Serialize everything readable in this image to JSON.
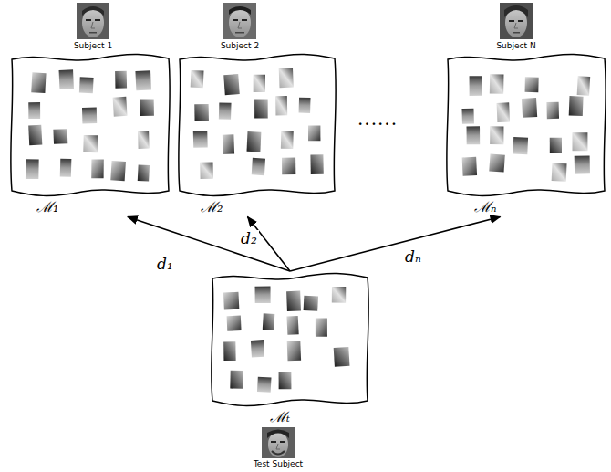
{
  "diagram": {
    "nodes": [
      {
        "text": [
          "ℳ₁"
        ]
      },
      {
        "text": [
          "ℳ₂"
        ]
      },
      {
        "text": [
          "ℳₙ"
        ]
      },
      {
        "text": [
          "ℳₜ"
        ]
      }
    ],
    "edges": [
      {
        "from": 3,
        "to": 0,
        "arrow": "to",
        "label": "d₁"
      },
      {
        "from": 3,
        "to": 1,
        "arrow": "to",
        "label": "d₂"
      },
      {
        "from": 3,
        "to": 2,
        "arrow": "to",
        "label": "dₙ"
      }
    ],
    "labels": [
      "Subject 1",
      "Subject 2",
      "Subject N",
      "......",
      "Test Subject"
    ]
  }
}
